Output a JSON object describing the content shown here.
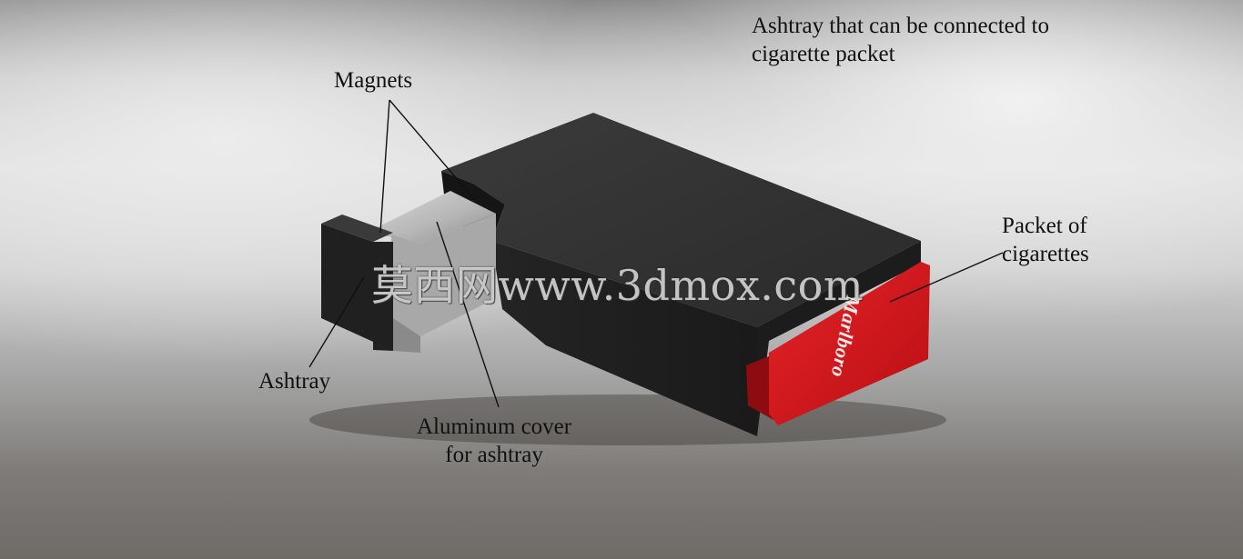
{
  "header": {
    "title": "Ashtray that can be connected to\ncigarette packet"
  },
  "labels": {
    "magnets": "Magnets",
    "packet": "Packet of\ncigarettes",
    "ashtray": "Ashtray",
    "cover": "Aluminum cover\nfor ashtray"
  },
  "brand_text": "Marlboro",
  "watermark": "莫西网www.3dmox.com",
  "colors": {
    "case_top": "#2f2f2f",
    "case_side": "#1f1f1f",
    "aluminum": "#b9b9b9",
    "packet_red": "#d3161c"
  }
}
